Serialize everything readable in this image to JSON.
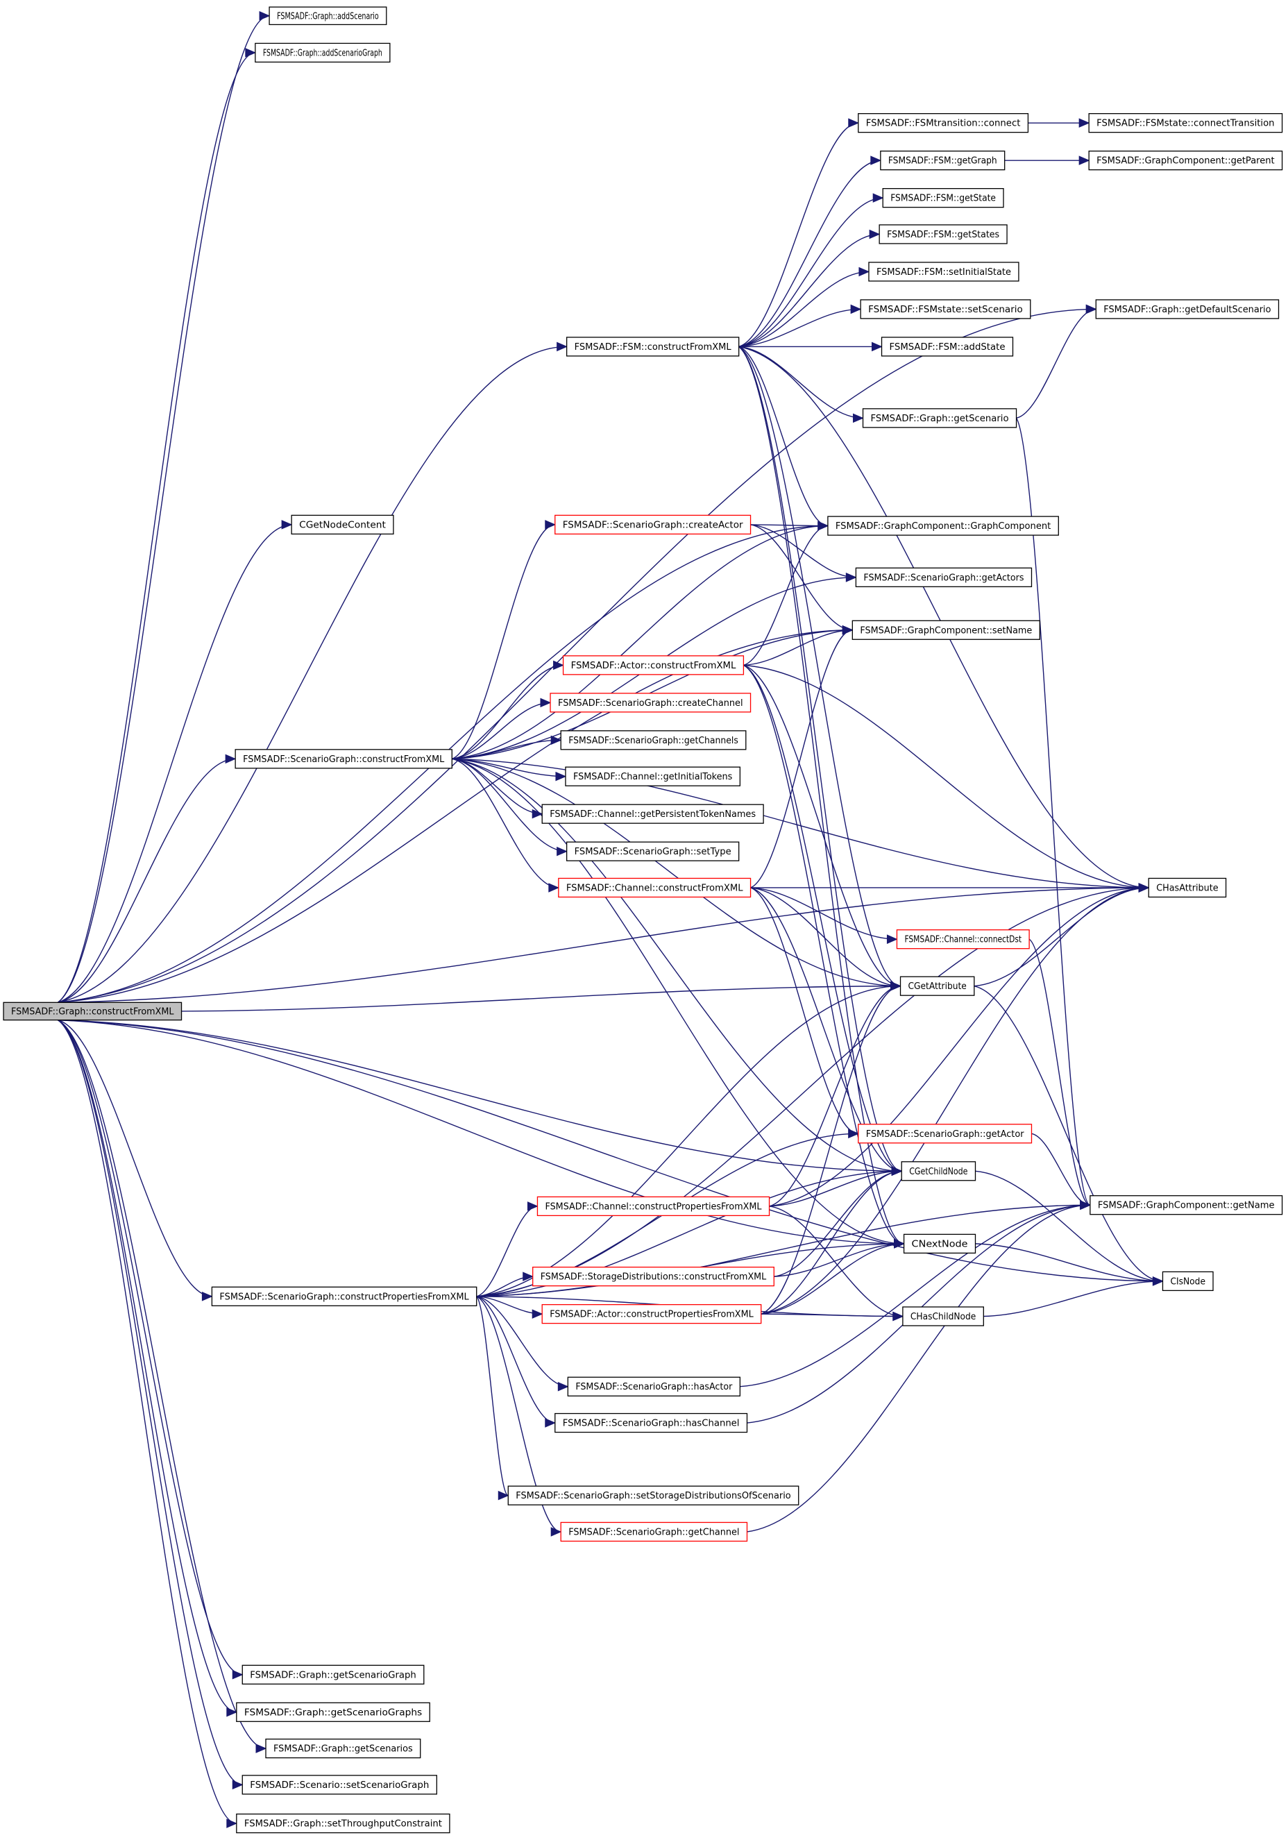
{
  "title": "FSMSADF::Graph::constructFromXML call graph",
  "colors": {
    "edge": "#191970",
    "node_border": "#000000",
    "truncated_border": "#ff0000",
    "root_fill": "#bfbfbf"
  },
  "root": "graph_construct",
  "nodes": [
    {
      "id": "graph_construct",
      "label": "FSMSADF::Graph::constructFromXML",
      "kind": "root"
    },
    {
      "id": "addScenario",
      "label": "FSMSADF::Graph::addScenario",
      "kind": "normal"
    },
    {
      "id": "addScenarioGraph",
      "label": "FSMSADF::Graph::addScenarioGraph",
      "kind": "normal"
    },
    {
      "id": "fsmt_connect",
      "label": "FSMSADF::FSMtransition::connect",
      "kind": "normal"
    },
    {
      "id": "connectTransition",
      "label": "FSMSADF::FSMstate::connectTransition",
      "kind": "normal"
    },
    {
      "id": "fsm_getGraph",
      "label": "FSMSADF::FSM::getGraph",
      "kind": "normal"
    },
    {
      "id": "getParent",
      "label": "FSMSADF::GraphComponent::getParent",
      "kind": "normal"
    },
    {
      "id": "fsm_getState",
      "label": "FSMSADF::FSM::getState",
      "kind": "normal"
    },
    {
      "id": "fsm_getStates",
      "label": "FSMSADF::FSM::getStates",
      "kind": "normal"
    },
    {
      "id": "fsm_setInitialState",
      "label": "FSMSADF::FSM::setInitialState",
      "kind": "normal"
    },
    {
      "id": "fsms_setScenario",
      "label": "FSMSADF::FSMstate::setScenario",
      "kind": "normal"
    },
    {
      "id": "getDefaultScenario",
      "label": "FSMSADF::Graph::getDefaultScenario",
      "kind": "normal"
    },
    {
      "id": "fsm_construct",
      "label": "FSMSADF::FSM::constructFromXML",
      "kind": "normal"
    },
    {
      "id": "fsm_addState",
      "label": "FSMSADF::FSM::addState",
      "kind": "normal"
    },
    {
      "id": "graph_getScenario",
      "label": "FSMSADF::Graph::getScenario",
      "kind": "normal"
    },
    {
      "id": "cgetnodecontent",
      "label": "CGetNodeContent",
      "kind": "normal"
    },
    {
      "id": "sg_createActor",
      "label": "FSMSADF::ScenarioGraph::createActor",
      "kind": "truncated"
    },
    {
      "id": "gc_ctor",
      "label": "FSMSADF::GraphComponent::GraphComponent",
      "kind": "normal"
    },
    {
      "id": "sg_getActors",
      "label": "FSMSADF::ScenarioGraph::getActors",
      "kind": "normal"
    },
    {
      "id": "gc_setName",
      "label": "FSMSADF::GraphComponent::setName",
      "kind": "normal"
    },
    {
      "id": "actor_construct",
      "label": "FSMSADF::Actor::constructFromXML",
      "kind": "truncated"
    },
    {
      "id": "sg_createChannel",
      "label": "FSMSADF::ScenarioGraph::createChannel",
      "kind": "truncated"
    },
    {
      "id": "sg_construct",
      "label": "FSMSADF::ScenarioGraph::constructFromXML",
      "kind": "normal"
    },
    {
      "id": "sg_getChannels",
      "label": "FSMSADF::ScenarioGraph::getChannels",
      "kind": "normal"
    },
    {
      "id": "ch_getInitialTokens",
      "label": "FSMSADF::Channel::getInitialTokens",
      "kind": "normal"
    },
    {
      "id": "ch_getPersistent",
      "label": "FSMSADF::Channel::getPersistentTokenNames",
      "kind": "normal"
    },
    {
      "id": "sg_setType",
      "label": "FSMSADF::ScenarioGraph::setType",
      "kind": "normal"
    },
    {
      "id": "ch_construct",
      "label": "FSMSADF::Channel::constructFromXML",
      "kind": "truncated"
    },
    {
      "id": "chasattribute",
      "label": "CHasAttribute",
      "kind": "normal"
    },
    {
      "id": "ch_connectDst",
      "label": "FSMSADF::Channel::connectDst",
      "kind": "truncated"
    },
    {
      "id": "cgetattribute",
      "label": "CGetAttribute",
      "kind": "normal"
    },
    {
      "id": "sg_getActor",
      "label": "FSMSADF::ScenarioGraph::getActor",
      "kind": "truncated"
    },
    {
      "id": "cgetchildnode",
      "label": "CGetChildNode",
      "kind": "normal"
    },
    {
      "id": "ch_constructProps",
      "label": "FSMSADF::Channel::constructPropertiesFromXML",
      "kind": "truncated"
    },
    {
      "id": "gc_getName",
      "label": "FSMSADF::GraphComponent::getName",
      "kind": "normal"
    },
    {
      "id": "cnextnode",
      "label": "CNextNode",
      "kind": "normal"
    },
    {
      "id": "sd_construct",
      "label": "FSMSADF::StorageDistributions::constructFromXML",
      "kind": "truncated"
    },
    {
      "id": "cisnode",
      "label": "CIsNode",
      "kind": "normal"
    },
    {
      "id": "sg_constructProps",
      "label": "FSMSADF::ScenarioGraph::constructPropertiesFromXML",
      "kind": "normal"
    },
    {
      "id": "actor_constructProps",
      "label": "FSMSADF::Actor::constructPropertiesFromXML",
      "kind": "truncated"
    },
    {
      "id": "chaschildnode",
      "label": "CHasChildNode",
      "kind": "normal"
    },
    {
      "id": "sg_hasActor",
      "label": "FSMSADF::ScenarioGraph::hasActor",
      "kind": "normal"
    },
    {
      "id": "sg_hasChannel",
      "label": "FSMSADF::ScenarioGraph::hasChannel",
      "kind": "normal"
    },
    {
      "id": "sg_setStorage",
      "label": "FSMSADF::ScenarioGraph::setStorageDistributionsOfScenario",
      "kind": "normal"
    },
    {
      "id": "sg_getChannel",
      "label": "FSMSADF::ScenarioGraph::getChannel",
      "kind": "truncated"
    },
    {
      "id": "getScenarioGraph",
      "label": "FSMSADF::Graph::getScenarioGraph",
      "kind": "normal"
    },
    {
      "id": "getScenarioGraphs",
      "label": "FSMSADF::Graph::getScenarioGraphs",
      "kind": "normal"
    },
    {
      "id": "getScenarios",
      "label": "FSMSADF::Graph::getScenarios",
      "kind": "normal"
    },
    {
      "id": "sc_setScenarioGraph",
      "label": "FSMSADF::Scenario::setScenarioGraph",
      "kind": "normal"
    },
    {
      "id": "setThroughput",
      "label": "FSMSADF::Graph::setThroughputConstraint",
      "kind": "normal"
    }
  ],
  "edges": [
    [
      "graph_construct",
      "addScenario"
    ],
    [
      "graph_construct",
      "addScenarioGraph"
    ],
    [
      "graph_construct",
      "getDefaultScenario"
    ],
    [
      "graph_construct",
      "fsm_construct"
    ],
    [
      "graph_construct",
      "gc_ctor"
    ],
    [
      "graph_construct",
      "chasattribute"
    ],
    [
      "graph_construct",
      "cgetnodecontent"
    ],
    [
      "graph_construct",
      "gc_setName"
    ],
    [
      "graph_construct",
      "sg_construct"
    ],
    [
      "graph_construct",
      "cgetattribute"
    ],
    [
      "graph_construct",
      "cgetchildnode"
    ],
    [
      "graph_construct",
      "sg_constructProps"
    ],
    [
      "graph_construct",
      "cnextnode"
    ],
    [
      "graph_construct",
      "cisnode"
    ],
    [
      "graph_construct",
      "getScenarioGraph"
    ],
    [
      "graph_construct",
      "getScenarioGraphs"
    ],
    [
      "graph_construct",
      "getScenarios"
    ],
    [
      "graph_construct",
      "sc_setScenarioGraph"
    ],
    [
      "graph_construct",
      "setThroughput"
    ],
    [
      "fsm_construct",
      "fsmt_connect"
    ],
    [
      "fsm_construct",
      "fsm_getGraph"
    ],
    [
      "fsm_construct",
      "fsm_getState"
    ],
    [
      "fsm_construct",
      "fsm_getStates"
    ],
    [
      "fsm_construct",
      "fsm_setInitialState"
    ],
    [
      "fsm_construct",
      "fsms_setScenario"
    ],
    [
      "fsm_construct",
      "fsm_addState"
    ],
    [
      "fsm_construct",
      "graph_getScenario"
    ],
    [
      "fsm_construct",
      "gc_ctor"
    ],
    [
      "fsm_construct",
      "chasattribute"
    ],
    [
      "fsm_construct",
      "cgetattribute"
    ],
    [
      "fsm_construct",
      "cgetchildnode"
    ],
    [
      "fsm_construct",
      "cnextnode"
    ],
    [
      "fsmt_connect",
      "connectTransition"
    ],
    [
      "fsm_getGraph",
      "getParent"
    ],
    [
      "graph_getScenario",
      "getDefaultScenario"
    ],
    [
      "graph_getScenario",
      "gc_getName"
    ],
    [
      "sg_createActor",
      "gc_ctor"
    ],
    [
      "sg_createActor",
      "sg_getActors"
    ],
    [
      "sg_createActor",
      "gc_setName"
    ],
    [
      "actor_construct",
      "gc_ctor"
    ],
    [
      "actor_construct",
      "gc_setName"
    ],
    [
      "actor_construct",
      "chasattribute"
    ],
    [
      "actor_construct",
      "cgetattribute"
    ],
    [
      "actor_construct",
      "cgetchildnode"
    ],
    [
      "actor_construct",
      "cnextnode"
    ],
    [
      "sg_construct",
      "sg_createActor"
    ],
    [
      "sg_construct",
      "gc_ctor"
    ],
    [
      "sg_construct",
      "sg_getActors"
    ],
    [
      "sg_construct",
      "gc_setName"
    ],
    [
      "sg_construct",
      "actor_construct"
    ],
    [
      "sg_construct",
      "sg_createChannel"
    ],
    [
      "sg_construct",
      "sg_getChannels"
    ],
    [
      "sg_construct",
      "ch_getInitialTokens"
    ],
    [
      "sg_construct",
      "ch_getPersistent"
    ],
    [
      "sg_construct",
      "sg_setType"
    ],
    [
      "sg_construct",
      "ch_construct"
    ],
    [
      "sg_construct",
      "chasattribute"
    ],
    [
      "sg_construct",
      "cgetattribute"
    ],
    [
      "sg_construct",
      "cgetchildnode"
    ],
    [
      "sg_construct",
      "cnextnode"
    ],
    [
      "ch_construct",
      "gc_setName"
    ],
    [
      "ch_construct",
      "chasattribute"
    ],
    [
      "ch_construct",
      "ch_connectDst"
    ],
    [
      "ch_construct",
      "cgetattribute"
    ],
    [
      "ch_construct",
      "sg_getActor"
    ],
    [
      "ch_construct",
      "cgetchildnode"
    ],
    [
      "ch_connectDst",
      "gc_getName"
    ],
    [
      "cgetattribute",
      "chasattribute"
    ],
    [
      "cgetattribute",
      "cisnode"
    ],
    [
      "sg_getActor",
      "gc_getName"
    ],
    [
      "cgetchildnode",
      "cisnode"
    ],
    [
      "ch_constructProps",
      "cgetattribute"
    ],
    [
      "ch_constructProps",
      "cgetchildnode"
    ],
    [
      "ch_constructProps",
      "chasattribute"
    ],
    [
      "ch_constructProps",
      "chaschildnode"
    ],
    [
      "cnextnode",
      "cisnode"
    ],
    [
      "sd_construct",
      "cgetchildnode"
    ],
    [
      "sd_construct",
      "cnextnode"
    ],
    [
      "actor_constructProps",
      "cgetattribute"
    ],
    [
      "actor_constructProps",
      "cgetchildnode"
    ],
    [
      "actor_constructProps",
      "cnextnode"
    ],
    [
      "actor_constructProps",
      "chasattribute"
    ],
    [
      "actor_constructProps",
      "chaschildnode"
    ],
    [
      "chaschildnode",
      "cisnode"
    ],
    [
      "sg_constructProps",
      "chasattribute"
    ],
    [
      "sg_constructProps",
      "cgetattribute"
    ],
    [
      "sg_constructProps",
      "sg_getActor"
    ],
    [
      "sg_constructProps",
      "cgetchildnode"
    ],
    [
      "sg_constructProps",
      "ch_constructProps"
    ],
    [
      "sg_constructProps",
      "cnextnode"
    ],
    [
      "sg_constructProps",
      "sd_construct"
    ],
    [
      "sg_constructProps",
      "actor_constructProps"
    ],
    [
      "sg_constructProps",
      "sg_hasActor"
    ],
    [
      "sg_constructProps",
      "sg_hasChannel"
    ],
    [
      "sg_constructProps",
      "gc_getName"
    ],
    [
      "sg_constructProps",
      "sg_setStorage"
    ],
    [
      "sg_constructProps",
      "sg_getChannel"
    ],
    [
      "sg_constructProps",
      "chaschildnode"
    ],
    [
      "sg_hasActor",
      "gc_getName"
    ],
    [
      "sg_hasChannel",
      "gc_getName"
    ],
    [
      "sg_getChannel",
      "gc_getName"
    ]
  ]
}
